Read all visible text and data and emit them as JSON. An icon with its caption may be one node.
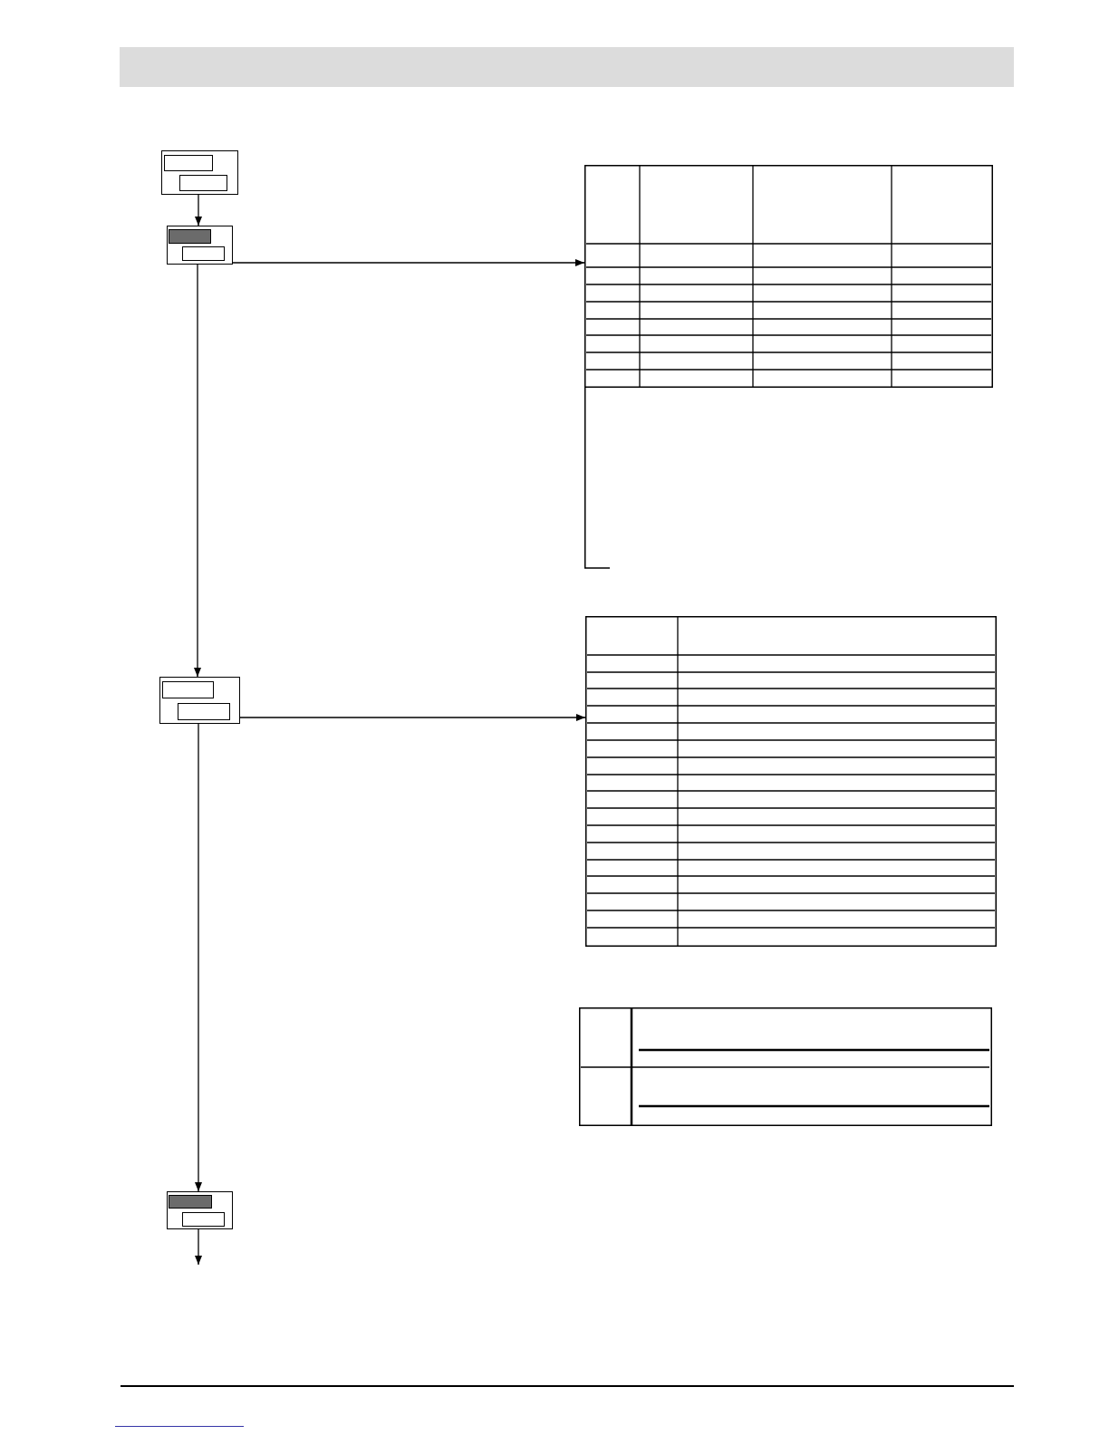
{
  "diagram": {
    "nodes": [
      {
        "text": [],
        "shape": "box"
      },
      {
        "text": [],
        "shape": "box",
        "in": 0
      },
      {
        "text": [],
        "shape": "box",
        "in": 0
      },
      {
        "text": [],
        "shape": "box"
      },
      {
        "text": [],
        "shape": "box",
        "in": 3
      },
      {
        "text": [],
        "shape": "box",
        "in": 3
      },
      {
        "text": [],
        "shape": "table"
      },
      {
        "text": [],
        "shape": "box"
      },
      {
        "text": [],
        "shape": "box",
        "in": 7
      },
      {
        "text": [],
        "shape": "box",
        "in": 7
      },
      {
        "text": [],
        "shape": "table"
      },
      {
        "text": [],
        "shape": "table"
      },
      {
        "text": [],
        "shape": "box"
      },
      {
        "text": [],
        "shape": "box",
        "in": 12
      },
      {
        "text": [],
        "shape": "box",
        "in": 12
      }
    ],
    "edges": [
      {
        "from": 0,
        "to": 3,
        "arrow": "to"
      },
      {
        "from": 3,
        "to": 6,
        "arrow": "to"
      },
      {
        "from": 3,
        "to": 7,
        "arrow": "to"
      },
      {
        "from": 7,
        "to": 10,
        "arrow": "to"
      },
      {
        "from": 7,
        "to": 12,
        "arrow": "to"
      },
      {
        "from": 12,
        "to": null,
        "arrow": "to"
      }
    ]
  }
}
